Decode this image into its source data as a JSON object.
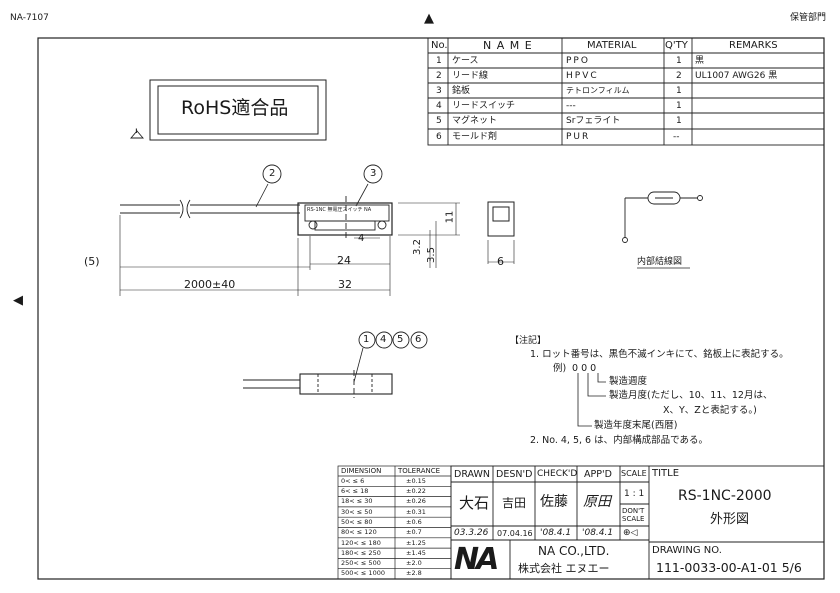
{
  "header": {
    "doc_code": "NA-7107",
    "control": "保管部門",
    "top_mark": "▲",
    "left_mark": "◀"
  },
  "parts_table": {
    "headers": [
      "No.",
      "N A M E",
      "MATERIAL",
      "Q'TY",
      "REMARKS"
    ],
    "rows": [
      {
        "no": "1",
        "name": "ケース",
        "material": "PPO",
        "qty": "1",
        "remarks": "黒"
      },
      {
        "no": "2",
        "name": "リード線",
        "material": "HPVC",
        "qty": "2",
        "remarks": "UL1007 AWG26 黒"
      },
      {
        "no": "3",
        "name": "銘板",
        "material": "テトロンフィルム",
        "qty": "1",
        "remarks": ""
      },
      {
        "no": "4",
        "name": "リードスイッチ",
        "material": "---",
        "qty": "1",
        "remarks": ""
      },
      {
        "no": "5",
        "name": "マグネット",
        "material": "Srフェライト",
        "qty": "1",
        "remarks": ""
      },
      {
        "no": "6",
        "name": "モールド剤",
        "material": "PUR",
        "qty": "--",
        "remarks": ""
      }
    ]
  },
  "rohs": {
    "label": "RoHS適合品",
    "warning_mark": "!"
  },
  "drawing": {
    "balloon_lead": "2",
    "balloon_plate": "3",
    "balloons_side": [
      "1",
      "4",
      "5",
      "6"
    ],
    "plate_text": "RS-1NC 無電圧スイッチ NA",
    "dim_5": "(5)",
    "dim_2000": "2000±40",
    "dim_24": "24",
    "dim_32": "32",
    "dim_4": "4",
    "dim_3_2": "3.2",
    "dim_3_5": "3.5",
    "dim_11": "11",
    "dim_6": "6",
    "wiring_label": "内部結線図"
  },
  "notes": {
    "title": "【注記】",
    "line1": "1. ロット番号は、黒色不滅インキにて、銘板上に表記する。",
    "example": "例)",
    "example_code": "0 0 0",
    "week": "製造週度",
    "month_a": "製造月度(ただし、10、11、12月は、",
    "month_b": "X、Y、Zと表記する。)",
    "year": "製造年度末尾(西暦)",
    "line2": "2. No. 4, 5, 6 は、内部構成部品である。"
  },
  "tolerance_table": {
    "headers": [
      "DIMENSION",
      "TOLERANCE"
    ],
    "rows": [
      [
        "0< ≤ 6",
        "±0.15"
      ],
      [
        "6< ≤ 18",
        "±0.22"
      ],
      [
        "18< ≤ 30",
        "±0.26"
      ],
      [
        "30< ≤ 50",
        "±0.31"
      ],
      [
        "50< ≤ 80",
        "±0.6"
      ],
      [
        "80< ≤ 120",
        "±0.7"
      ],
      [
        "120< ≤ 180",
        "±1.25"
      ],
      [
        "180< ≤ 250",
        "±1.45"
      ],
      [
        "250< ≤ 500",
        "±2.0"
      ],
      [
        "500< ≤ 1000",
        "±2.8"
      ]
    ]
  },
  "title_block": {
    "drawn_label": "DRAWN",
    "desnd_label": "DESN'D",
    "checkd_label": "CHECK'D",
    "appd_label": "APP'D",
    "scale_label": "SCALE",
    "drawn_name": "大石",
    "desnd_name": "吉田",
    "checkd_name": "佐藤",
    "appd_name": "原田",
    "scale_value": "1 : 1",
    "dont_scale": "DON'T SCALE",
    "drawn_date": "03.3.26",
    "desnd_date": "07.04.16",
    "checkd_date": "'08.4.1",
    "appd_date": "'08.4.1",
    "projection": "⊕◁",
    "company_en": "NA CO.,LTD.",
    "company_jp": "株式会社 エヌエー",
    "logo": "NA",
    "title_label": "TITLE",
    "title_main": "RS-1NC-2000",
    "title_sub": "外形図",
    "drawing_no_label": "DRAWING NO.",
    "drawing_no": "111-0033-00-A1-01 5/6"
  }
}
